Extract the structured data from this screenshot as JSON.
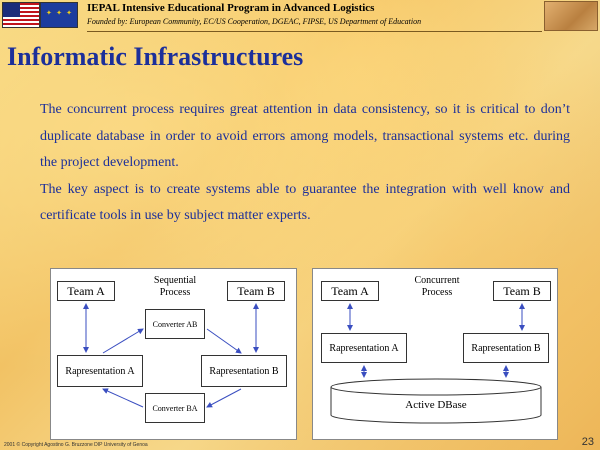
{
  "header": {
    "org_title": "IEPAL Intensive Educational Program in Advanced Logistics",
    "org_subtitle": "Founded by: European Community, EC/US Cooperation, DGEAC, FIPSE, US Department of Education"
  },
  "title": "Informatic Infrastructures",
  "body": {
    "para1": "The concurrent process requires great attention in data consistency, so it is critical to don’t duplicate database in order to avoid errors among models, transactional systems etc. during the project development.",
    "para2": "The key aspect is to create systems able to guarantee the integration with well know and certificate tools in use by subject matter experts."
  },
  "diagram_sequential": {
    "heading": "Sequential Process",
    "team_a": "Team A",
    "team_b": "Team B",
    "converter_ab": "Converter AB",
    "converter_ba": "Converter BA",
    "rep_a": "Rapresentation A",
    "rep_b": "Rapresentation B"
  },
  "diagram_concurrent": {
    "heading": "Concurrent Process",
    "team_a": "Team A",
    "team_b": "Team B",
    "rep_a": "Rapresentation A",
    "rep_b": "Rapresentation B",
    "db": "Active DBase"
  },
  "footer": {
    "copyright": "2001 © Copyright Agostino G. Bruzzone DIP University of Genoa",
    "page": "23"
  },
  "colors": {
    "title": "#1c2f9a",
    "body_text": "#1c2f9a",
    "arrow": "#3a4ec0"
  }
}
